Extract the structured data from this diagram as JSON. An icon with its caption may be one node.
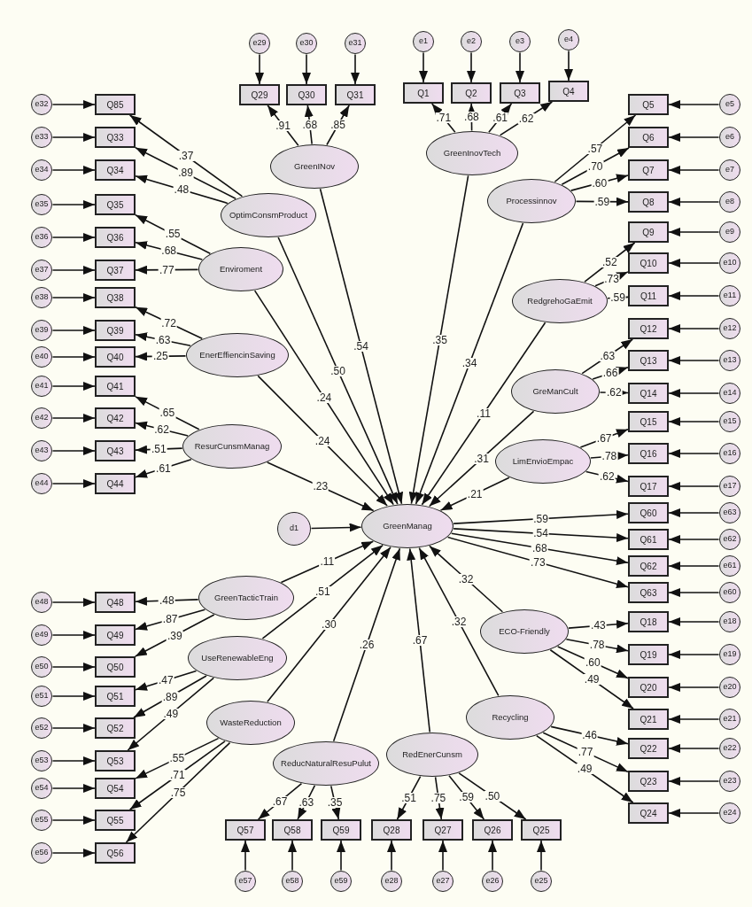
{
  "diagram": {
    "nodes": [
      {
        "text": [
          "GreenManag"
        ]
      },
      {
        "text": [
          "d1"
        ]
      },
      {
        "text": [
          "GreenINov"
        ]
      },
      {
        "text": [
          "GreenInovTech"
        ]
      },
      {
        "text": [
          "OptimConsmProduct"
        ]
      },
      {
        "text": [
          "Processinnov"
        ]
      },
      {
        "text": [
          "Enviroment"
        ]
      },
      {
        "text": [
          "RedgrehoGaEmit"
        ]
      },
      {
        "text": [
          "EnerEffiencinSaving"
        ]
      },
      {
        "text": [
          "GreManCult"
        ]
      },
      {
        "text": [
          "ResurCunsmManag"
        ]
      },
      {
        "text": [
          "LimEnvioEmpac"
        ]
      },
      {
        "text": [
          "GreenTacticTrain"
        ]
      },
      {
        "text": [
          "ECO-Friendly"
        ]
      },
      {
        "text": [
          "UseRenewableEng"
        ]
      },
      {
        "text": [
          "Recycling"
        ]
      },
      {
        "text": [
          "WasteReduction"
        ]
      },
      {
        "text": [
          "ReducNaturalResuPulut"
        ]
      },
      {
        "text": [
          "RedEnerCunsm"
        ]
      },
      {
        "text": [
          "Q29"
        ]
      },
      {
        "text": [
          "e29"
        ]
      },
      {
        "text": [
          "Q30"
        ]
      },
      {
        "text": [
          "e30"
        ]
      },
      {
        "text": [
          "Q31"
        ]
      },
      {
        "text": [
          "e31"
        ]
      },
      {
        "text": [
          "Q1"
        ]
      },
      {
        "text": [
          "e1"
        ]
      },
      {
        "text": [
          "Q2"
        ]
      },
      {
        "text": [
          "e2"
        ]
      },
      {
        "text": [
          "Q3"
        ]
      },
      {
        "text": [
          "e3"
        ]
      },
      {
        "text": [
          "Q4"
        ]
      },
      {
        "text": [
          "e4"
        ]
      },
      {
        "text": [
          "Q85"
        ]
      },
      {
        "text": [
          "e32"
        ]
      },
      {
        "text": [
          "Q33"
        ]
      },
      {
        "text": [
          "e33"
        ]
      },
      {
        "text": [
          "Q34"
        ]
      },
      {
        "text": [
          "e34"
        ]
      },
      {
        "text": [
          "Q35"
        ]
      },
      {
        "text": [
          "e35"
        ]
      },
      {
        "text": [
          "Q36"
        ]
      },
      {
        "text": [
          "e36"
        ]
      },
      {
        "text": [
          "Q37"
        ]
      },
      {
        "text": [
          "e37"
        ]
      },
      {
        "text": [
          "Q38"
        ]
      },
      {
        "text": [
          "e38"
        ]
      },
      {
        "text": [
          "Q39"
        ]
      },
      {
        "text": [
          "e39"
        ]
      },
      {
        "text": [
          "Q40"
        ]
      },
      {
        "text": [
          "e40"
        ]
      },
      {
        "text": [
          "Q41"
        ]
      },
      {
        "text": [
          "e41"
        ]
      },
      {
        "text": [
          "Q42"
        ]
      },
      {
        "text": [
          "e42"
        ]
      },
      {
        "text": [
          "Q43"
        ]
      },
      {
        "text": [
          "e43"
        ]
      },
      {
        "text": [
          "Q44"
        ]
      },
      {
        "text": [
          "e44"
        ]
      },
      {
        "text": [
          "Q5"
        ]
      },
      {
        "text": [
          "e5"
        ]
      },
      {
        "text": [
          "Q6"
        ]
      },
      {
        "text": [
          "e6"
        ]
      },
      {
        "text": [
          "Q7"
        ]
      },
      {
        "text": [
          "e7"
        ]
      },
      {
        "text": [
          "Q8"
        ]
      },
      {
        "text": [
          "e8"
        ]
      },
      {
        "text": [
          "Q9"
        ]
      },
      {
        "text": [
          "e9"
        ]
      },
      {
        "text": [
          "Q10"
        ]
      },
      {
        "text": [
          "e10"
        ]
      },
      {
        "text": [
          "Q11"
        ]
      },
      {
        "text": [
          "e11"
        ]
      },
      {
        "text": [
          "Q12"
        ]
      },
      {
        "text": [
          "e12"
        ]
      },
      {
        "text": [
          "Q13"
        ]
      },
      {
        "text": [
          "e13"
        ]
      },
      {
        "text": [
          "Q14"
        ]
      },
      {
        "text": [
          "e14"
        ]
      },
      {
        "text": [
          "Q15"
        ]
      },
      {
        "text": [
          "e15"
        ]
      },
      {
        "text": [
          "Q16"
        ]
      },
      {
        "text": [
          "e16"
        ]
      },
      {
        "text": [
          "Q17"
        ]
      },
      {
        "text": [
          "e17"
        ]
      },
      {
        "text": [
          "Q60"
        ]
      },
      {
        "text": [
          "e63"
        ]
      },
      {
        "text": [
          "Q61"
        ]
      },
      {
        "text": [
          "e62"
        ]
      },
      {
        "text": [
          "Q62"
        ]
      },
      {
        "text": [
          "e61"
        ]
      },
      {
        "text": [
          "Q63"
        ]
      },
      {
        "text": [
          "e60"
        ]
      },
      {
        "text": [
          "Q18"
        ]
      },
      {
        "text": [
          "e18"
        ]
      },
      {
        "text": [
          "Q19"
        ]
      },
      {
        "text": [
          "e19"
        ]
      },
      {
        "text": [
          "Q20"
        ]
      },
      {
        "text": [
          "e20"
        ]
      },
      {
        "text": [
          "Q21"
        ]
      },
      {
        "text": [
          "e21"
        ]
      },
      {
        "text": [
          "Q22"
        ]
      },
      {
        "text": [
          "e22"
        ]
      },
      {
        "text": [
          "Q23"
        ]
      },
      {
        "text": [
          "e23"
        ]
      },
      {
        "text": [
          "Q24"
        ]
      },
      {
        "text": [
          "e24"
        ]
      },
      {
        "text": [
          "Q48"
        ]
      },
      {
        "text": [
          "e48"
        ]
      },
      {
        "text": [
          "Q49"
        ]
      },
      {
        "text": [
          "e49"
        ]
      },
      {
        "text": [
          "Q50"
        ]
      },
      {
        "text": [
          "e50"
        ]
      },
      {
        "text": [
          "Q51"
        ]
      },
      {
        "text": [
          "e51"
        ]
      },
      {
        "text": [
          "Q52"
        ]
      },
      {
        "text": [
          "e52"
        ]
      },
      {
        "text": [
          "Q53"
        ]
      },
      {
        "text": [
          "e53"
        ]
      },
      {
        "text": [
          "Q54"
        ]
      },
      {
        "text": [
          "e54"
        ]
      },
      {
        "text": [
          "Q55"
        ]
      },
      {
        "text": [
          "e55"
        ]
      },
      {
        "text": [
          "Q56"
        ]
      },
      {
        "text": [
          "e56"
        ]
      },
      {
        "text": [
          "Q57"
        ]
      },
      {
        "text": [
          "e57"
        ]
      },
      {
        "text": [
          "Q58"
        ]
      },
      {
        "text": [
          "e58"
        ]
      },
      {
        "text": [
          "Q59"
        ]
      },
      {
        "text": [
          "e59"
        ]
      },
      {
        "text": [
          "Q28"
        ]
      },
      {
        "text": [
          "e28"
        ]
      },
      {
        "text": [
          "Q27"
        ]
      },
      {
        "text": [
          "e27"
        ]
      },
      {
        "text": [
          "Q26"
        ]
      },
      {
        "text": [
          "e26"
        ]
      },
      {
        "text": [
          "Q25"
        ]
      },
      {
        "text": [
          "e25"
        ]
      }
    ],
    "edges": [
      {
        "from": 2,
        "to": 0,
        "arrow": "to",
        "label": ".54"
      },
      {
        "from": 3,
        "to": 0,
        "arrow": "to",
        "label": ".35"
      },
      {
        "from": 4,
        "to": 0,
        "arrow": "to",
        "label": ".50"
      },
      {
        "from": 5,
        "to": 0,
        "arrow": "to",
        "label": ".34"
      },
      {
        "from": 6,
        "to": 0,
        "arrow": "to",
        "label": ".24"
      },
      {
        "from": 7,
        "to": 0,
        "arrow": "to",
        "label": ".11"
      },
      {
        "from": 8,
        "to": 0,
        "arrow": "to",
        "label": ".24"
      },
      {
        "from": 9,
        "to": 0,
        "arrow": "to",
        "label": ".31"
      },
      {
        "from": 10,
        "to": 0,
        "arrow": "to",
        "label": ".23"
      },
      {
        "from": 11,
        "to": 0,
        "arrow": "to",
        "label": ".21"
      },
      {
        "from": 1,
        "to": 0,
        "arrow": "to"
      },
      {
        "from": 12,
        "to": 0,
        "arrow": "to",
        "label": ".11"
      },
      {
        "from": 13,
        "to": 0,
        "arrow": "to",
        "label": ".32"
      },
      {
        "from": 14,
        "to": 0,
        "arrow": "to",
        "label": ".51"
      },
      {
        "from": 15,
        "to": 0,
        "arrow": "to",
        "label": ".32"
      },
      {
        "from": 16,
        "to": 0,
        "arrow": "to",
        "label": ".30"
      },
      {
        "from": 17,
        "to": 0,
        "arrow": "to",
        "label": ".26"
      },
      {
        "from": 18,
        "to": 0,
        "arrow": "to",
        "label": ".67"
      },
      {
        "from": 2,
        "to": 19,
        "arrow": "to",
        "label": ".91"
      },
      {
        "from": 2,
        "to": 21,
        "arrow": "to",
        "label": ".68"
      },
      {
        "from": 2,
        "to": 23,
        "arrow": "to",
        "label": ".85"
      },
      {
        "from": 3,
        "to": 25,
        "arrow": "to",
        "label": ".71"
      },
      {
        "from": 3,
        "to": 27,
        "arrow": "to",
        "label": ".68"
      },
      {
        "from": 3,
        "to": 29,
        "arrow": "to",
        "label": ".61"
      },
      {
        "from": 3,
        "to": 31,
        "arrow": "to",
        "label": ".62"
      },
      {
        "from": 4,
        "to": 33,
        "arrow": "to",
        "label": ".37"
      },
      {
        "from": 4,
        "to": 35,
        "arrow": "to",
        "label": ".89"
      },
      {
        "from": 4,
        "to": 37,
        "arrow": "to",
        "label": ".48"
      },
      {
        "from": 6,
        "to": 39,
        "arrow": "to",
        "label": ".55"
      },
      {
        "from": 6,
        "to": 41,
        "arrow": "to",
        "label": ".68"
      },
      {
        "from": 6,
        "to": 43,
        "arrow": "to",
        "label": ".77"
      },
      {
        "from": 8,
        "to": 45,
        "arrow": "to",
        "label": ".72"
      },
      {
        "from": 8,
        "to": 47,
        "arrow": "to",
        "label": ".63"
      },
      {
        "from": 8,
        "to": 49,
        "arrow": "to",
        "label": ".25"
      },
      {
        "from": 10,
        "to": 51,
        "arrow": "to",
        "label": ".65"
      },
      {
        "from": 10,
        "to": 53,
        "arrow": "to",
        "label": ".62"
      },
      {
        "from": 10,
        "to": 55,
        "arrow": "to",
        "label": ".51"
      },
      {
        "from": 10,
        "to": 57,
        "arrow": "to",
        "label": ".61"
      },
      {
        "from": 5,
        "to": 59,
        "arrow": "to",
        "label": ".57"
      },
      {
        "from": 5,
        "to": 61,
        "arrow": "to",
        "label": ".70"
      },
      {
        "from": 5,
        "to": 63,
        "arrow": "to",
        "label": ".60"
      },
      {
        "from": 5,
        "to": 65,
        "arrow": "to",
        "label": ".59"
      },
      {
        "from": 7,
        "to": 67,
        "arrow": "to",
        "label": ".52"
      },
      {
        "from": 7,
        "to": 69,
        "arrow": "to",
        "label": ".73"
      },
      {
        "from": 7,
        "to": 71,
        "arrow": "to",
        "label": ".59"
      },
      {
        "from": 9,
        "to": 73,
        "arrow": "to",
        "label": ".63"
      },
      {
        "from": 9,
        "to": 75,
        "arrow": "to",
        "label": ".66"
      },
      {
        "from": 9,
        "to": 77,
        "arrow": "to",
        "label": ".62"
      },
      {
        "from": 11,
        "to": 79,
        "arrow": "to",
        "label": ".67"
      },
      {
        "from": 11,
        "to": 81,
        "arrow": "to",
        "label": ".78"
      },
      {
        "from": 11,
        "to": 83,
        "arrow": "to",
        "label": ".62"
      },
      {
        "from": 0,
        "to": 85,
        "arrow": "to",
        "label": ".59"
      },
      {
        "from": 0,
        "to": 87,
        "arrow": "to",
        "label": ".54"
      },
      {
        "from": 0,
        "to": 89,
        "arrow": "to",
        "label": ".68"
      },
      {
        "from": 0,
        "to": 91,
        "arrow": "to",
        "label": ".73"
      },
      {
        "from": 13,
        "to": 93,
        "arrow": "to",
        "label": ".43"
      },
      {
        "from": 13,
        "to": 95,
        "arrow": "to",
        "label": ".78"
      },
      {
        "from": 13,
        "to": 97,
        "arrow": "to",
        "label": ".60"
      },
      {
        "from": 13,
        "to": 99,
        "arrow": "to",
        "label": ".49"
      },
      {
        "from": 15,
        "to": 101,
        "arrow": "to",
        "label": ".46"
      },
      {
        "from": 15,
        "to": 103,
        "arrow": "to",
        "label": ".77"
      },
      {
        "from": 15,
        "to": 105,
        "arrow": "to",
        "label": ".49"
      },
      {
        "from": 12,
        "to": 107,
        "arrow": "to",
        "label": ".48"
      },
      {
        "from": 12,
        "to": 109,
        "arrow": "to",
        "label": ".87"
      },
      {
        "from": 12,
        "to": 111,
        "arrow": "to",
        "label": ".39"
      },
      {
        "from": 14,
        "to": 113,
        "arrow": "to",
        "label": ".47"
      },
      {
        "from": 14,
        "to": 115,
        "arrow": "to",
        "label": ".89"
      },
      {
        "from": 14,
        "to": 117,
        "arrow": "to",
        "label": ".49"
      },
      {
        "from": 16,
        "to": 119,
        "arrow": "to",
        "label": ".55"
      },
      {
        "from": 16,
        "to": 121,
        "arrow": "to",
        "label": ".71"
      },
      {
        "from": 16,
        "to": 123,
        "arrow": "to",
        "label": ".75"
      },
      {
        "from": 17,
        "to": 125,
        "arrow": "to",
        "label": ".67"
      },
      {
        "from": 17,
        "to": 127,
        "arrow": "to",
        "label": ".63"
      },
      {
        "from": 17,
        "to": 129,
        "arrow": "to",
        "label": ".35"
      },
      {
        "from": 18,
        "to": 131,
        "arrow": "to",
        "label": ".51"
      },
      {
        "from": 18,
        "to": 133,
        "arrow": "to",
        "label": ".75"
      },
      {
        "from": 18,
        "to": 135,
        "arrow": "to",
        "label": ".59"
      },
      {
        "from": 18,
        "to": 137,
        "arrow": "to",
        "label": ".50"
      },
      {
        "from": 20,
        "to": 19,
        "arrow": "to"
      },
      {
        "from": 22,
        "to": 21,
        "arrow": "to"
      },
      {
        "from": 24,
        "to": 23,
        "arrow": "to"
      },
      {
        "from": 26,
        "to": 25,
        "arrow": "to"
      },
      {
        "from": 28,
        "to": 27,
        "arrow": "to"
      },
      {
        "from": 30,
        "to": 29,
        "arrow": "to"
      },
      {
        "from": 32,
        "to": 31,
        "arrow": "to"
      },
      {
        "from": 34,
        "to": 33,
        "arrow": "to"
      },
      {
        "from": 36,
        "to": 35,
        "arrow": "to"
      },
      {
        "from": 38,
        "to": 37,
        "arrow": "to"
      },
      {
        "from": 40,
        "to": 39,
        "arrow": "to"
      },
      {
        "from": 42,
        "to": 41,
        "arrow": "to"
      },
      {
        "from": 44,
        "to": 43,
        "arrow": "to"
      },
      {
        "from": 46,
        "to": 45,
        "arrow": "to"
      },
      {
        "from": 48,
        "to": 47,
        "arrow": "to"
      },
      {
        "from": 50,
        "to": 49,
        "arrow": "to"
      },
      {
        "from": 52,
        "to": 51,
        "arrow": "to"
      },
      {
        "from": 54,
        "to": 53,
        "arrow": "to"
      },
      {
        "from": 56,
        "to": 55,
        "arrow": "to"
      },
      {
        "from": 58,
        "to": 57,
        "arrow": "to"
      },
      {
        "from": 60,
        "to": 59,
        "arrow": "to"
      },
      {
        "from": 62,
        "to": 61,
        "arrow": "to"
      },
      {
        "from": 64,
        "to": 63,
        "arrow": "to"
      },
      {
        "from": 66,
        "to": 65,
        "arrow": "to"
      },
      {
        "from": 68,
        "to": 67,
        "arrow": "to"
      },
      {
        "from": 70,
        "to": 69,
        "arrow": "to"
      },
      {
        "from": 72,
        "to": 71,
        "arrow": "to"
      },
      {
        "from": 74,
        "to": 73,
        "arrow": "to"
      },
      {
        "from": 76,
        "to": 75,
        "arrow": "to"
      },
      {
        "from": 78,
        "to": 77,
        "arrow": "to"
      },
      {
        "from": 80,
        "to": 79,
        "arrow": "to"
      },
      {
        "from": 82,
        "to": 81,
        "arrow": "to"
      },
      {
        "from": 84,
        "to": 83,
        "arrow": "to"
      },
      {
        "from": 86,
        "to": 85,
        "arrow": "to"
      },
      {
        "from": 88,
        "to": 87,
        "arrow": "to"
      },
      {
        "from": 90,
        "to": 89,
        "arrow": "to"
      },
      {
        "from": 92,
        "to": 91,
        "arrow": "to"
      },
      {
        "from": 94,
        "to": 93,
        "arrow": "to"
      },
      {
        "from": 96,
        "to": 95,
        "arrow": "to"
      },
      {
        "from": 98,
        "to": 97,
        "arrow": "to"
      },
      {
        "from": 100,
        "to": 99,
        "arrow": "to"
      },
      {
        "from": 102,
        "to": 101,
        "arrow": "to"
      },
      {
        "from": 104,
        "to": 103,
        "arrow": "to"
      },
      {
        "from": 106,
        "to": 105,
        "arrow": "to"
      },
      {
        "from": 108,
        "to": 107,
        "arrow": "to"
      },
      {
        "from": 110,
        "to": 109,
        "arrow": "to"
      },
      {
        "from": 112,
        "to": 111,
        "arrow": "to"
      },
      {
        "from": 114,
        "to": 113,
        "arrow": "to"
      },
      {
        "from": 116,
        "to": 115,
        "arrow": "to"
      },
      {
        "from": 118,
        "to": 117,
        "arrow": "to"
      },
      {
        "from": 120,
        "to": 119,
        "arrow": "to"
      },
      {
        "from": 122,
        "to": 121,
        "arrow": "to"
      },
      {
        "from": 124,
        "to": 123,
        "arrow": "to"
      },
      {
        "from": 126,
        "to": 125,
        "arrow": "to"
      },
      {
        "from": 128,
        "to": 127,
        "arrow": "to"
      },
      {
        "from": 130,
        "to": 129,
        "arrow": "to"
      },
      {
        "from": 132,
        "to": 131,
        "arrow": "to"
      },
      {
        "from": 134,
        "to": 133,
        "arrow": "to"
      },
      {
        "from": 136,
        "to": 135,
        "arrow": "to"
      },
      {
        "from": 138,
        "to": 137,
        "arrow": "to"
      }
    ]
  }
}
